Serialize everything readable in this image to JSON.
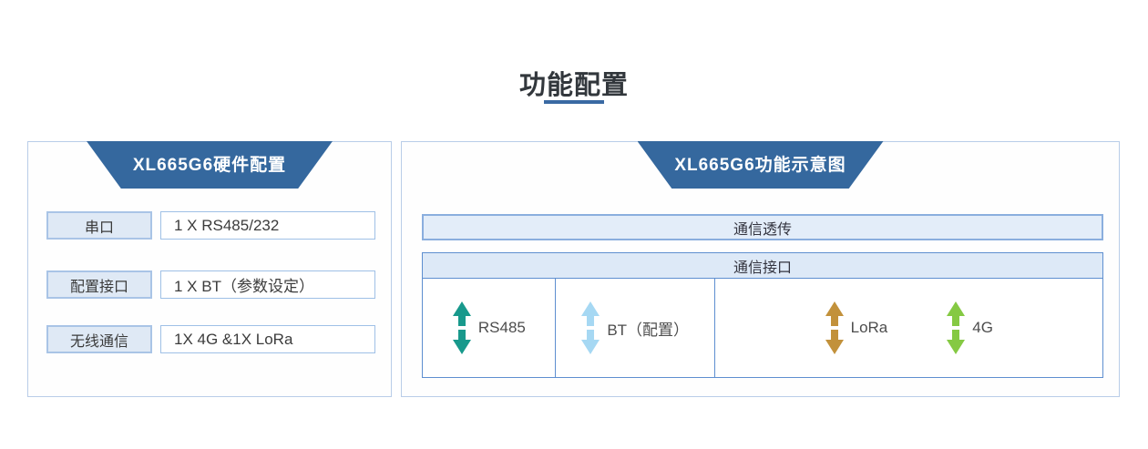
{
  "page": {
    "title": "功能配置"
  },
  "left_panel": {
    "header": "XL665G6硬件配置",
    "rows": [
      {
        "label": "串口",
        "value": "1 X RS485/232"
      },
      {
        "label": "配置接口",
        "value": "1 X BT（参数设定）"
      },
      {
        "label": "无线通信",
        "value": "1X 4G &1X LoRa"
      }
    ]
  },
  "right_panel": {
    "header": "XL665G6功能示意图",
    "passthrough_bar": "通信透传",
    "interface_table": {
      "header": "通信接口",
      "cells": [
        {
          "label": "RS485",
          "arrow_icon": "double-vertical-arrow-icon",
          "arrow_color": "#18998c"
        },
        {
          "label": "BT（配置）",
          "arrow_icon": "double-vertical-arrow-icon",
          "arrow_color": "#a6d8f3"
        },
        {
          "label": "LoRa",
          "arrow_icon": "double-vertical-arrow-icon",
          "arrow_color": "#c2913b"
        },
        {
          "label": "4G",
          "arrow_icon": "double-vertical-arrow-icon",
          "arrow_color": "#85c943"
        }
      ]
    }
  },
  "colors": {
    "header_trapezoid": "#35689e",
    "title_underline": "#3a6aa3",
    "panel_border": "#b9cde8",
    "table_border": "#5e8fd0",
    "bar_fill": "#e3edf9",
    "label_box_fill": "#dfe9f5"
  }
}
